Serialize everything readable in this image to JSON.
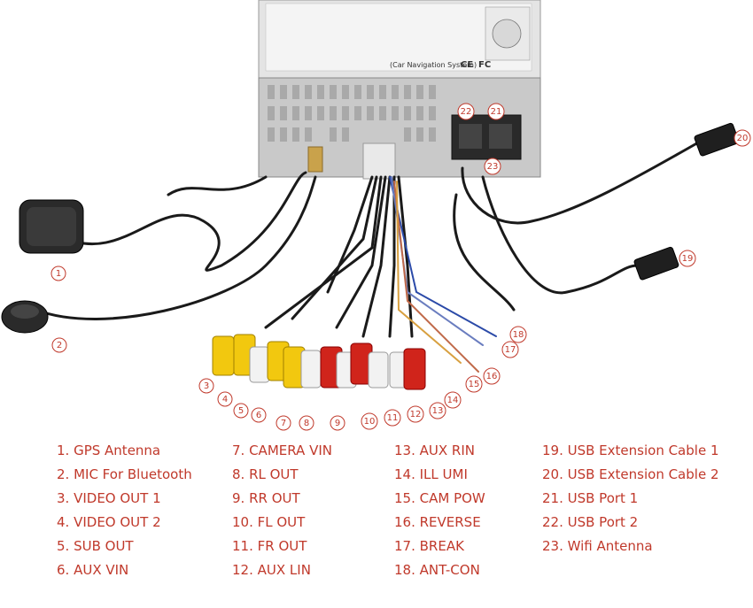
{
  "head_unit": {
    "system_label": "(Car Navigation System)",
    "fc_mark": "FC",
    "ce_mark": "CE"
  },
  "callouts": [
    "1",
    "2",
    "3",
    "4",
    "5",
    "6",
    "7",
    "8",
    "9",
    "10",
    "11",
    "12",
    "13",
    "14",
    "15",
    "16",
    "17",
    "18",
    "19",
    "20",
    "21",
    "22",
    "23"
  ],
  "legend": {
    "columns": [
      [
        "1. GPS Antenna",
        "2. MIC For Bluetooth",
        "3. VIDEO OUT 1",
        "4. VIDEO OUT 2",
        "5. SUB OUT",
        "6. AUX VIN"
      ],
      [
        "7. CAMERA VIN",
        "8. RL OUT",
        "9. RR OUT",
        "10. FL OUT",
        "11. FR OUT",
        "12. AUX LIN"
      ],
      [
        "13. AUX RIN",
        "14. ILL UMI",
        "15. CAM POW",
        "16. REVERSE",
        "17. BREAK",
        "18. ANT-CON"
      ],
      [
        "19. USB Extension Cable 1",
        "20. USB Extension Cable 2",
        "21. USB Port 1",
        "22. USB Port 2",
        "23. Wifi Antenna"
      ]
    ]
  },
  "colors": {
    "callout": "#c0392b",
    "cable": "#1a1a1a",
    "rca_yellow": "#f2c80f",
    "rca_red": "#d0241b",
    "rca_white": "#f2f2f2",
    "chassis": "#c9c9c9"
  }
}
